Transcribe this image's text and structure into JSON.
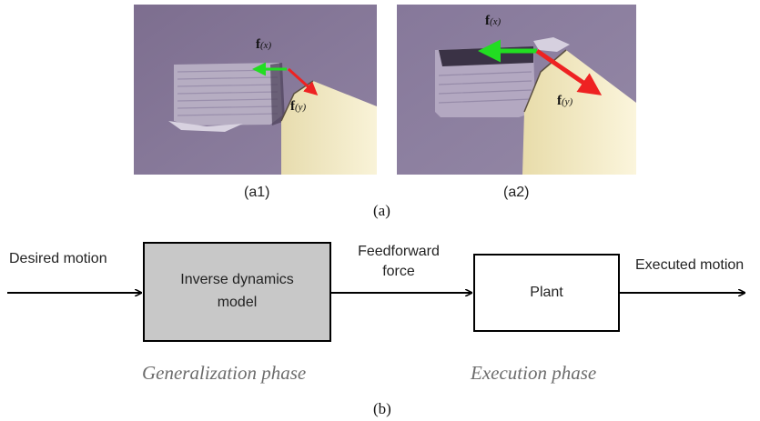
{
  "panel_a": {
    "photos": [
      {
        "label": "(a1)",
        "force_x": "f",
        "force_x_sub": "(x)",
        "force_y": "f",
        "force_y_sub": "(y)"
      },
      {
        "label": "(a2)",
        "force_x": "f",
        "force_x_sub": "(x)",
        "force_y": "f",
        "force_y_sub": "(y)"
      }
    ],
    "caption": "(a)"
  },
  "panel_b": {
    "input_label": "Desired motion",
    "block1": {
      "line1": "Inverse dynamics",
      "line2": "model"
    },
    "middle_label": {
      "line1": "Feedforward",
      "line2": "force"
    },
    "block2": "Plant",
    "output_label": "Executed motion",
    "phase1": "Generalization phase",
    "phase2": "Execution phase",
    "caption": "(b)"
  },
  "colors": {
    "background": "#ffffff",
    "block_fill": "#c8c8c8",
    "force_x_arrow": "#22dd22",
    "force_y_arrow": "#ee2222",
    "clay": "#8a7a98",
    "tool": "#f3ecc8"
  }
}
